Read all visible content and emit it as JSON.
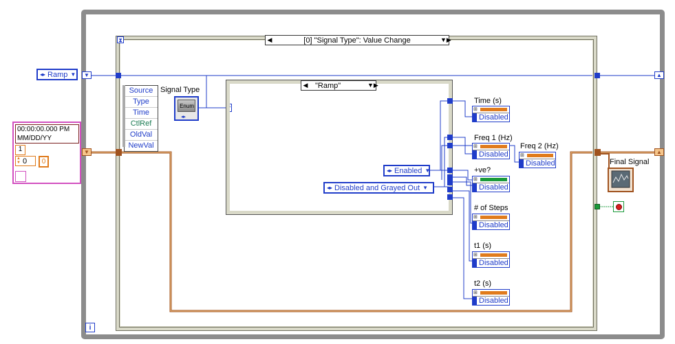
{
  "loop": {
    "iteration_label": "i"
  },
  "event_structure": {
    "selector_label": "[0] \"Signal Type\": Value Change"
  },
  "case_structure": {
    "selector_label": "\"Ramp\""
  },
  "event_data_node": {
    "items": [
      "Source",
      "Type",
      "Time",
      "CtlRef",
      "OldVal",
      "NewVal"
    ]
  },
  "signal_type": {
    "label": "Signal Type",
    "terminal_text": "Enum"
  },
  "ramp_control": {
    "value": "Ramp"
  },
  "enabled_constant": {
    "value": "Enabled"
  },
  "disabled_constant": {
    "value": "Disabled and Grayed Out"
  },
  "cluster": {
    "timestamp": "00:00:00.000 PM",
    "date": "MM/DD/YY",
    "count": "1",
    "numeric": "0",
    "small_numeric": "0"
  },
  "property_nodes": [
    {
      "label": "Time (s)",
      "value": "Disabled"
    },
    {
      "label": "Freq 1 (Hz)",
      "value": "Disabled"
    },
    {
      "label": "Freq 2 (Hz)",
      "value": "Disabled"
    },
    {
      "label": "+ve?",
      "value": "Disabled"
    },
    {
      "label": "# of Steps",
      "value": "Disabled"
    },
    {
      "label": "t1 (s)",
      "value": "Disabled"
    },
    {
      "label": "t2 (s)",
      "value": "Disabled"
    }
  ],
  "final_signal": {
    "label": "Final Signal"
  },
  "colors": {
    "blue_wire": "#1f3cc9",
    "orange_wire": "#a0521e",
    "frame_gray": "#8c8c8c",
    "green_bar": "#1a9a3a",
    "orange_bar": "#e07b1c"
  }
}
